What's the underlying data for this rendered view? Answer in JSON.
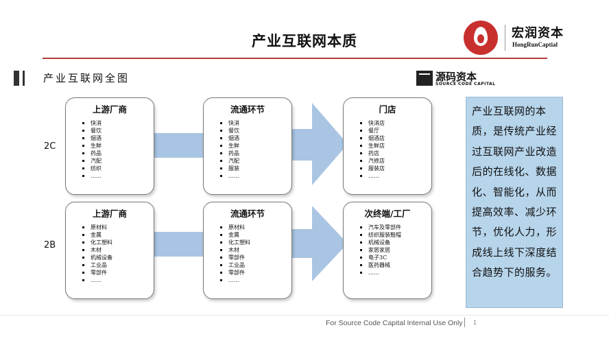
{
  "page": {
    "title": "产业互联网本质",
    "subheading": "产业互联网全图"
  },
  "logo": {
    "cn": "宏润资本",
    "en": "HongRunCaptial"
  },
  "source_logo": {
    "cn": "源码资本",
    "en": "SOURCE CODE CAPITAL"
  },
  "rows": [
    {
      "label": "2C",
      "boxes": [
        {
          "title": "上游厂商",
          "items": [
            "快消",
            "餐饮",
            "烟酒",
            "生鲜",
            "药品",
            "汽配",
            "纺织",
            "……"
          ]
        },
        {
          "title": "流通环节",
          "items": [
            "快消",
            "餐饮",
            "烟酒",
            "生鲜",
            "药品",
            "汽配",
            "服装",
            "……"
          ]
        },
        {
          "title": "门店",
          "items": [
            "快消店",
            "餐厅",
            "烟酒店",
            "生鲜店",
            "药店",
            "汽修店",
            "服装店",
            "……"
          ]
        }
      ]
    },
    {
      "label": "2B",
      "boxes": [
        {
          "title": "上游厂商",
          "items": [
            "原材料",
            "金属",
            "化工塑料",
            "木材",
            "机械设备",
            "工业品",
            "零部件",
            "……"
          ]
        },
        {
          "title": "流通环节",
          "items": [
            "原材料",
            "金属",
            "化工塑料",
            "木材",
            "零部件",
            "工业品",
            "零部件",
            "……"
          ]
        },
        {
          "title": "次终端/工厂",
          "items": [
            "汽车及零部件",
            "纺织服装鞋帽",
            "机械设备",
            "家居家居",
            "电子3C",
            "医药器械",
            "……"
          ]
        }
      ]
    }
  ],
  "side_note": "产业互联网的本质，是传统产业经过互联网产业改造后的在线化、数据化、智能化，从而提高效率、减少环节，优化人力，形成线上线下深度结合趋势下的服务。",
  "footer": {
    "text": "For Source Code Capital Internal Use Only",
    "page_number": "1"
  },
  "colors": {
    "accent_red": "#b23a36",
    "arrow_blue": "#a9c5e3",
    "note_bg": "#b6d4ea"
  }
}
